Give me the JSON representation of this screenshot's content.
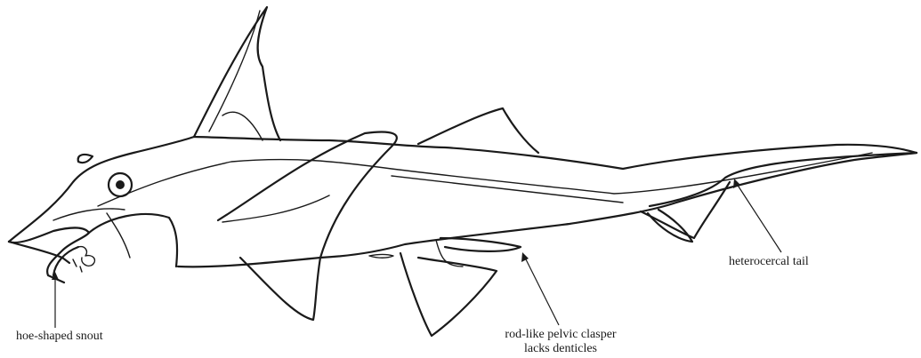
{
  "labels": {
    "snout": "hoe-shaped snout",
    "tail": "heterocercal tail",
    "clasper_line1": "rod-like pelvic clasper",
    "clasper_line2": "lacks denticles"
  }
}
